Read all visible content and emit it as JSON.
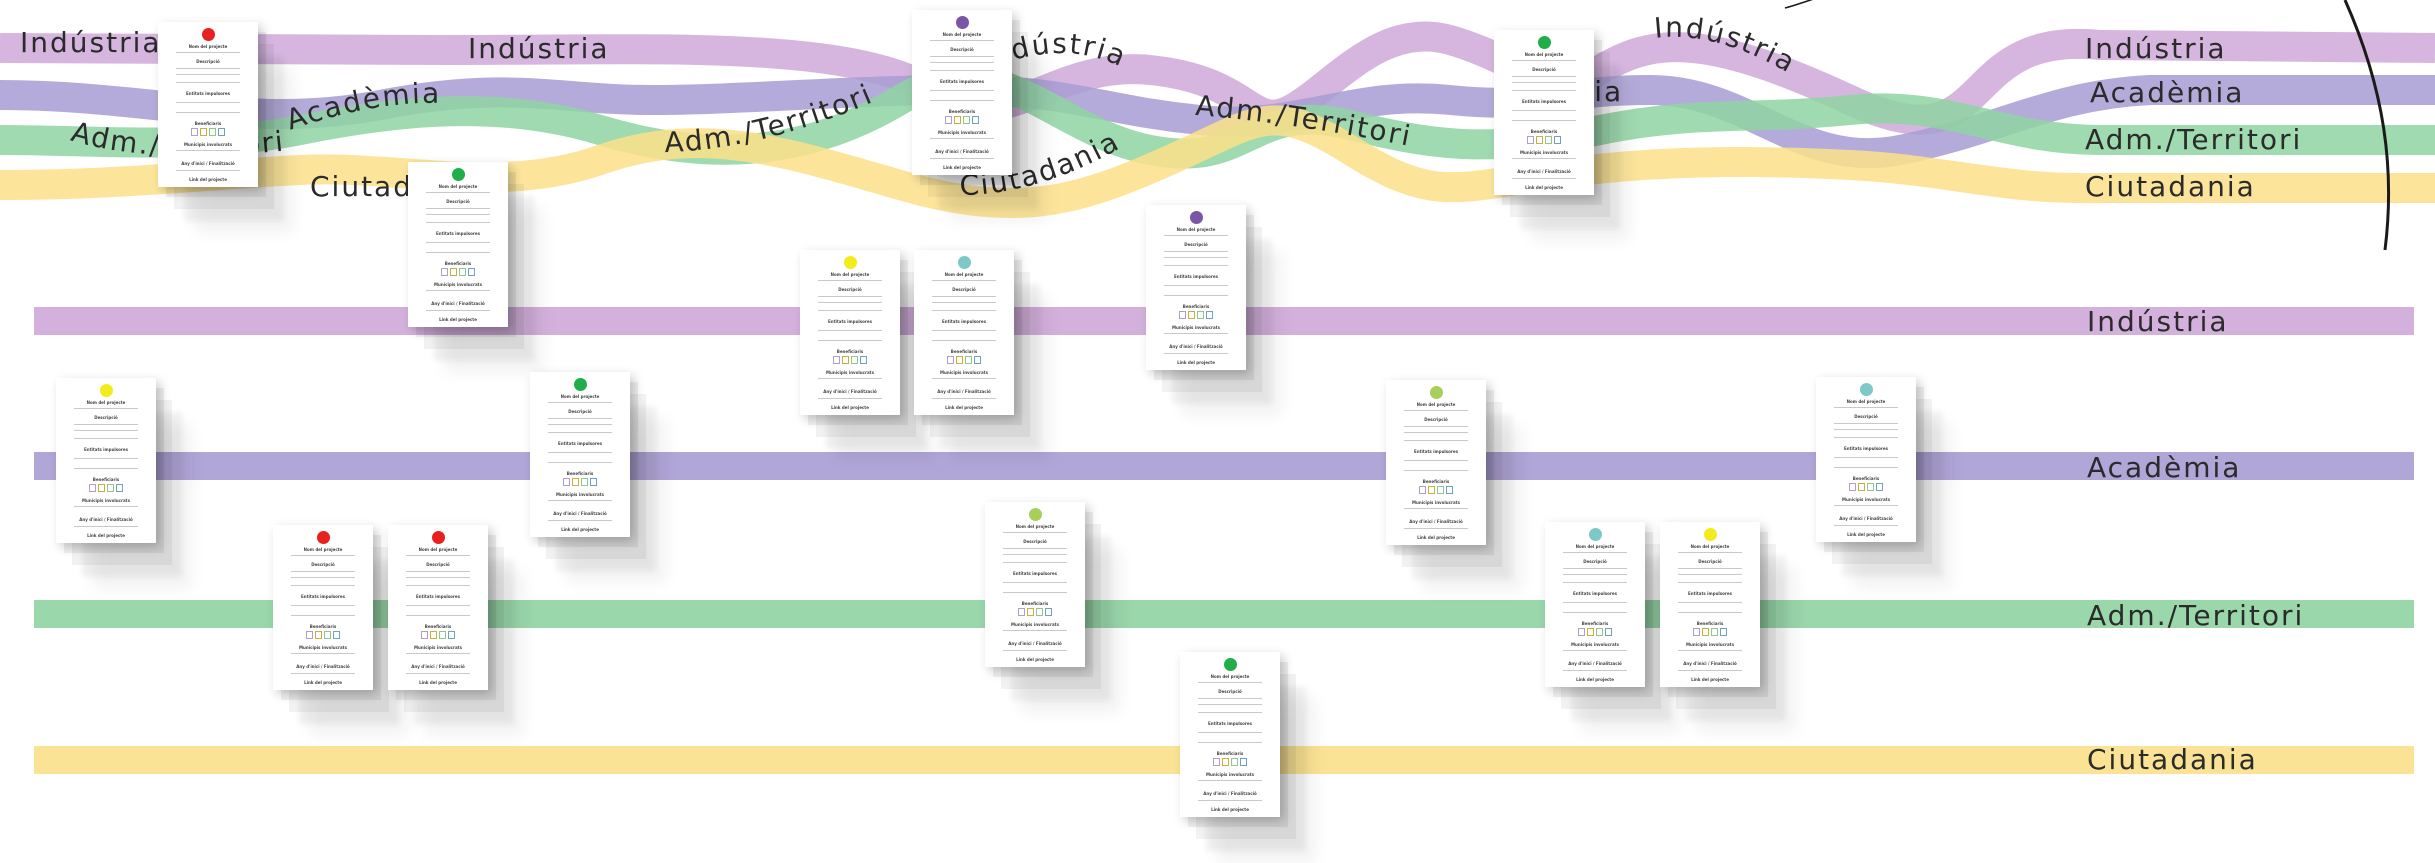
{
  "colors": {
    "industria": "#cfa9d9",
    "academia": "#a89cd4",
    "adm_territori": "#8fd3a2",
    "ciutadania": "#fbe089"
  },
  "card_texts": {
    "title": "Nom del projecte",
    "description": "Descripció",
    "entities": "Entitats impulsores",
    "beneficiaries": "Beneficiaris",
    "municipalities": "Municipis involucrats",
    "year": "Any d'inici / Finalització",
    "link": "Link del projecte"
  },
  "braided_labels": {
    "industria_1": "Indústria",
    "industria_2": "Indústria",
    "industria_3": "Indústria",
    "industria_4": "Indústria",
    "academia_1": "Acadèmia",
    "academia_2": "mia",
    "academia_3": "Acadèmia",
    "adm_1": "Adm./Territori",
    "adm_2": "Adm./Territori",
    "adm_3": "Adm./Territori",
    "adm_4": "Adm./Territori",
    "ciutadania_1": "Ciutadania",
    "ciutadania_2": "Ciutadania",
    "ciutadania_3": "Ciutadania"
  },
  "straight_labels": {
    "industria": "Indústria",
    "academia": "Acadèmia",
    "adm_territori": "Adm./Territori",
    "ciutadania": "Ciutadania"
  },
  "cards": [
    {
      "dot": "#e8201e"
    },
    {
      "dot": "#1fae4a"
    },
    {
      "dot": "#7b56a6"
    },
    {
      "dot": "#1fae4a"
    },
    {
      "dot": "#f2ec1c"
    },
    {
      "dot": "#7cc9c8"
    },
    {
      "dot": "#7b56a6"
    },
    {
      "dot": "#f2ec1c"
    },
    {
      "dot": "#1fae4a"
    },
    {
      "dot": "#a7cf5c"
    },
    {
      "dot": "#7cc9c8"
    },
    {
      "dot": "#e8201e"
    },
    {
      "dot": "#e8201e"
    },
    {
      "dot": "#a7cf5c"
    },
    {
      "dot": "#1fae4a"
    },
    {
      "dot": "#7cc9c8"
    },
    {
      "dot": "#f2ec1c"
    }
  ]
}
